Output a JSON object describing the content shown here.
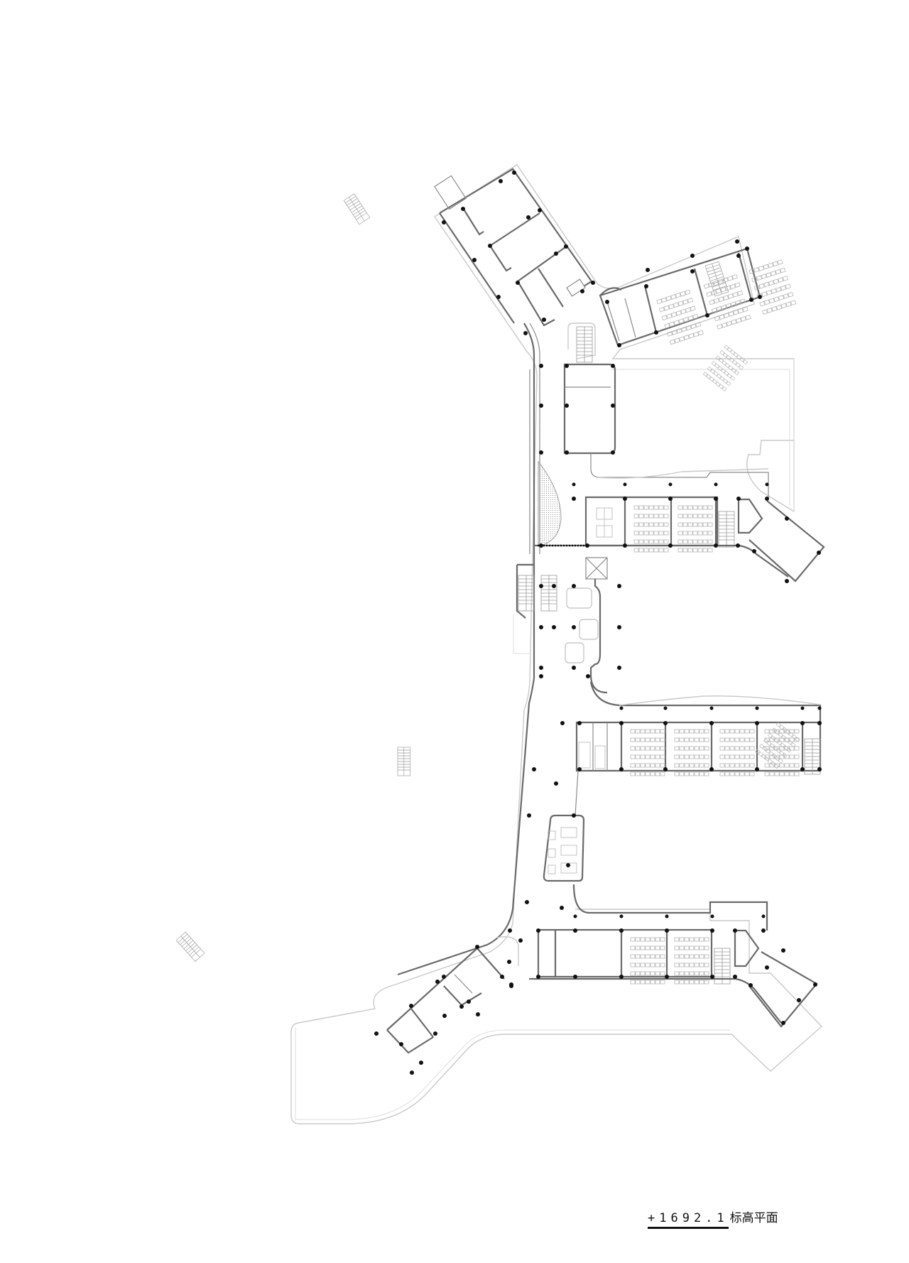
{
  "drawing": {
    "type": "architectural-floor-plan",
    "background": "#ffffff",
    "line_color": "#6a6a6a",
    "column_color": "#111111"
  },
  "title_block": {
    "elevation": "+1692.1",
    "plan_name": "标高平面"
  },
  "wings": [
    {
      "id": "north-west-wing",
      "rooms": 4
    },
    {
      "id": "north-east-classroom-wing",
      "classrooms": 3
    },
    {
      "id": "upper-middle-classroom-wing",
      "classrooms": 3,
      "angled_room": 1
    },
    {
      "id": "lower-middle-classroom-wing",
      "classrooms": 4
    },
    {
      "id": "south-classroom-wing",
      "classrooms": 2,
      "angled_room": 1
    },
    {
      "id": "south-west-wing",
      "rooms": 4
    }
  ]
}
